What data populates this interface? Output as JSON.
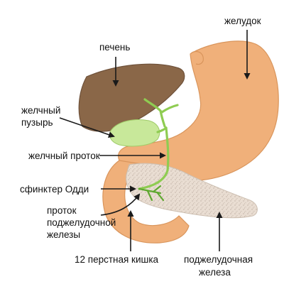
{
  "labels": {
    "stomach": "желудок",
    "liver": "печень",
    "gallbladder_1": "желчный",
    "gallbladder_2": "пузырь",
    "bile_duct": "желчный проток",
    "sphincter": "сфинктер Одди",
    "pancreatic_duct_1": "проток",
    "pancreatic_duct_2": "поджелудочной",
    "pancreatic_duct_3": "железы",
    "duodenum": "12 перстная кишка",
    "pancreas_1": "поджелудочная",
    "pancreas_2": "железа"
  },
  "colors": {
    "stomach": "#f0b07a",
    "liver": "#8a6748",
    "gallbladder": "#c8e89a",
    "ducts": "#8fcc52",
    "pancreas": "#e9ddd2",
    "arrows": "#1a1a1a"
  }
}
